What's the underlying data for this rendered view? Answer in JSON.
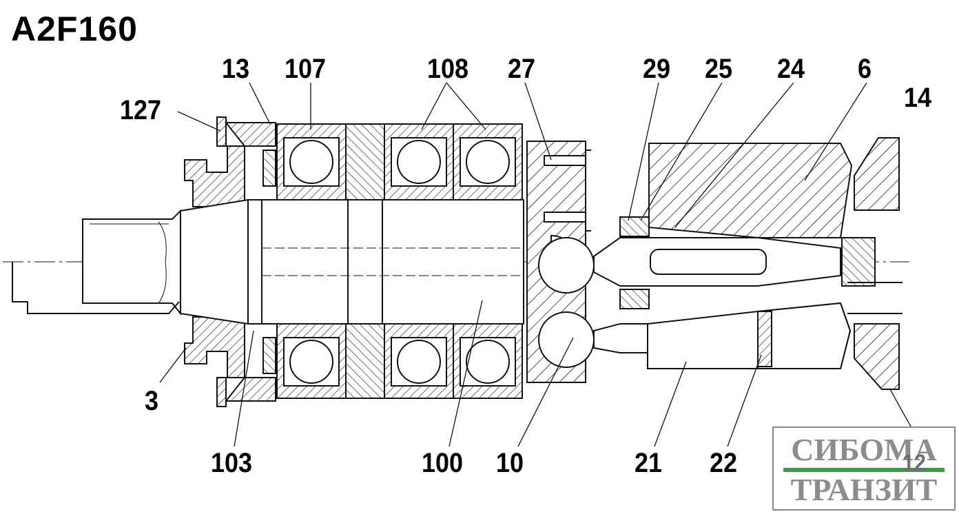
{
  "title": "A2F160",
  "callouts": {
    "c13": "13",
    "c107": "107",
    "c108": "108",
    "c27": "27",
    "c29": "29",
    "c25": "25",
    "c24": "24",
    "c6": "6",
    "c14": "14",
    "c127": "127",
    "c3": "3",
    "c103": "103",
    "c100": "100",
    "c10": "10",
    "c21": "21",
    "c22": "22",
    "c12": "12"
  },
  "logo": {
    "line1": "СИБОМА",
    "line2": "ТРАНЗИТ",
    "accent_color": "#3f9a46",
    "text_color": "#8c8c8c"
  }
}
